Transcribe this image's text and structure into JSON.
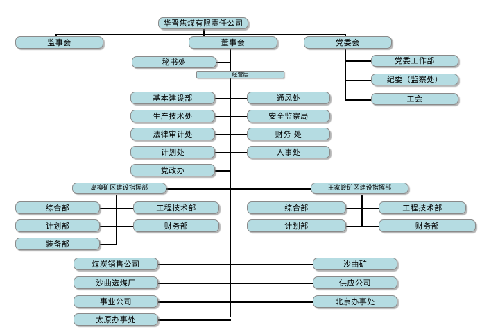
{
  "diagram": {
    "title": "华晋焦煤有限责任公司",
    "type": "organization-chart",
    "colors": {
      "node_fill": "#b5dce2",
      "node_border": "#8a8a8a",
      "line": "#000000",
      "background": "#ffffff"
    }
  },
  "root": {
    "label": "华晋焦煤有限责任公司"
  },
  "level1": [
    {
      "label": "监事会"
    },
    {
      "label": "董事会"
    },
    {
      "label": "党委会"
    }
  ],
  "board_staff": [
    {
      "label": "秘书处"
    }
  ],
  "party_units": [
    {
      "label": "党委工作部"
    },
    {
      "label": "纪委（监察处）"
    },
    {
      "label": "工会"
    }
  ],
  "management_layer": {
    "label": "经营层"
  },
  "departments_left": [
    {
      "label": "基本建设部"
    },
    {
      "label": "生产技术处"
    },
    {
      "label": "法律审计处"
    },
    {
      "label": "计划处"
    },
    {
      "label": "党政办"
    }
  ],
  "departments_right": [
    {
      "label": "通风处"
    },
    {
      "label": "安全监察局"
    },
    {
      "label": "财务 处"
    },
    {
      "label": "人事处"
    }
  ],
  "command_left": {
    "label": "离柳矿区建设指挥部",
    "units_left": [
      {
        "label": "综合部"
      },
      {
        "label": "计划部"
      },
      {
        "label": "装备部"
      }
    ],
    "units_right": [
      {
        "label": "工程技术部"
      },
      {
        "label": "财务部"
      }
    ]
  },
  "command_right": {
    "label": "王家岭矿区建设指挥部",
    "units_left": [
      {
        "label": "综合部"
      },
      {
        "label": "计划部"
      }
    ],
    "units_right": [
      {
        "label": "工程技术部"
      },
      {
        "label": "财务部"
      }
    ]
  },
  "subsidiaries_left": [
    {
      "label": "煤炭销售公司"
    },
    {
      "label": "沙曲选煤厂"
    },
    {
      "label": "事业公司"
    },
    {
      "label": "太原办事处"
    }
  ],
  "subsidiaries_right": [
    {
      "label": "沙曲矿"
    },
    {
      "label": "供应公司"
    },
    {
      "label": "北京办事处"
    }
  ]
}
